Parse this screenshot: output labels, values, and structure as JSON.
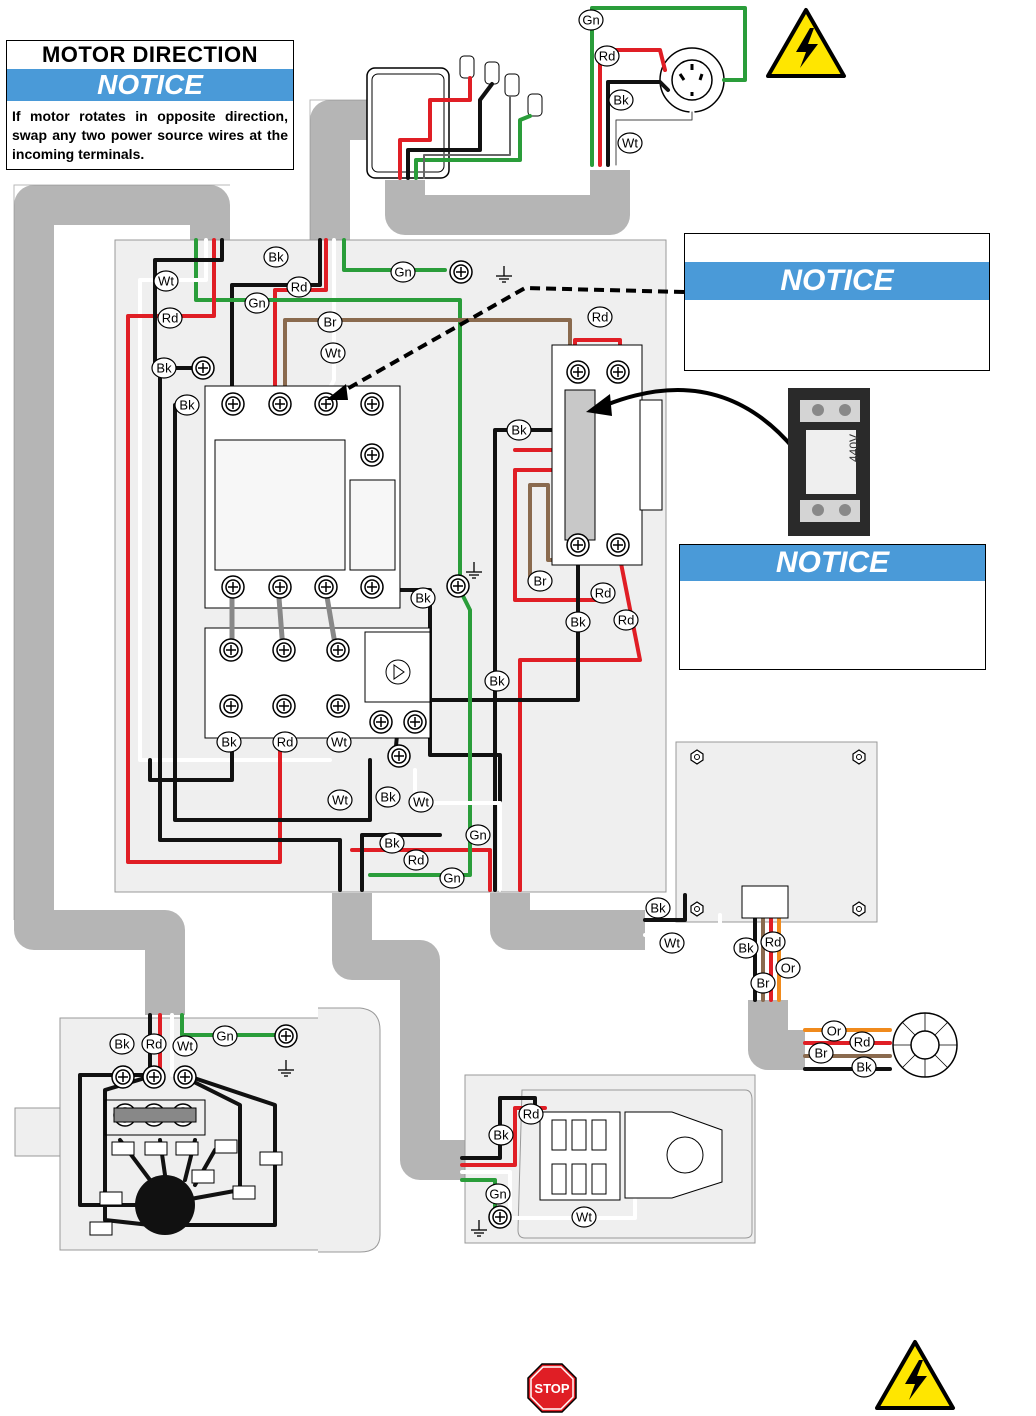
{
  "motor_direction": {
    "title": "MOTOR DIRECTION",
    "notice": "NOTICE",
    "text": "If motor rotates in opposite direction, swap any two power source wires at the incoming terminals."
  },
  "notice_top": {
    "label": "NOTICE"
  },
  "notice_mid": {
    "label": "NOTICE"
  },
  "fuse_label": "440V",
  "stop_sign": "STOP",
  "wire_codes": {
    "black": "Bk",
    "red": "Rd",
    "white": "Wt",
    "green": "Gn",
    "brown": "Br",
    "orange": "Or"
  },
  "colors": {
    "black": "#111111",
    "red": "#e01e25",
    "white": "#ffffff",
    "green": "#2a9d3a",
    "brown": "#8a6a4e",
    "orange": "#f08a1c",
    "conduit": "#b5b5b5",
    "panel": "#efefef",
    "notice_blue": "#4a9ad8",
    "warning_yellow": "#ffe600"
  },
  "icons": [
    "electrical-hazard-icon",
    "stop-sign-icon",
    "ground-icon",
    "terminal-screw-icon",
    "wire-nut-icon",
    "plug-icon",
    "thermal-switch-icon"
  ]
}
